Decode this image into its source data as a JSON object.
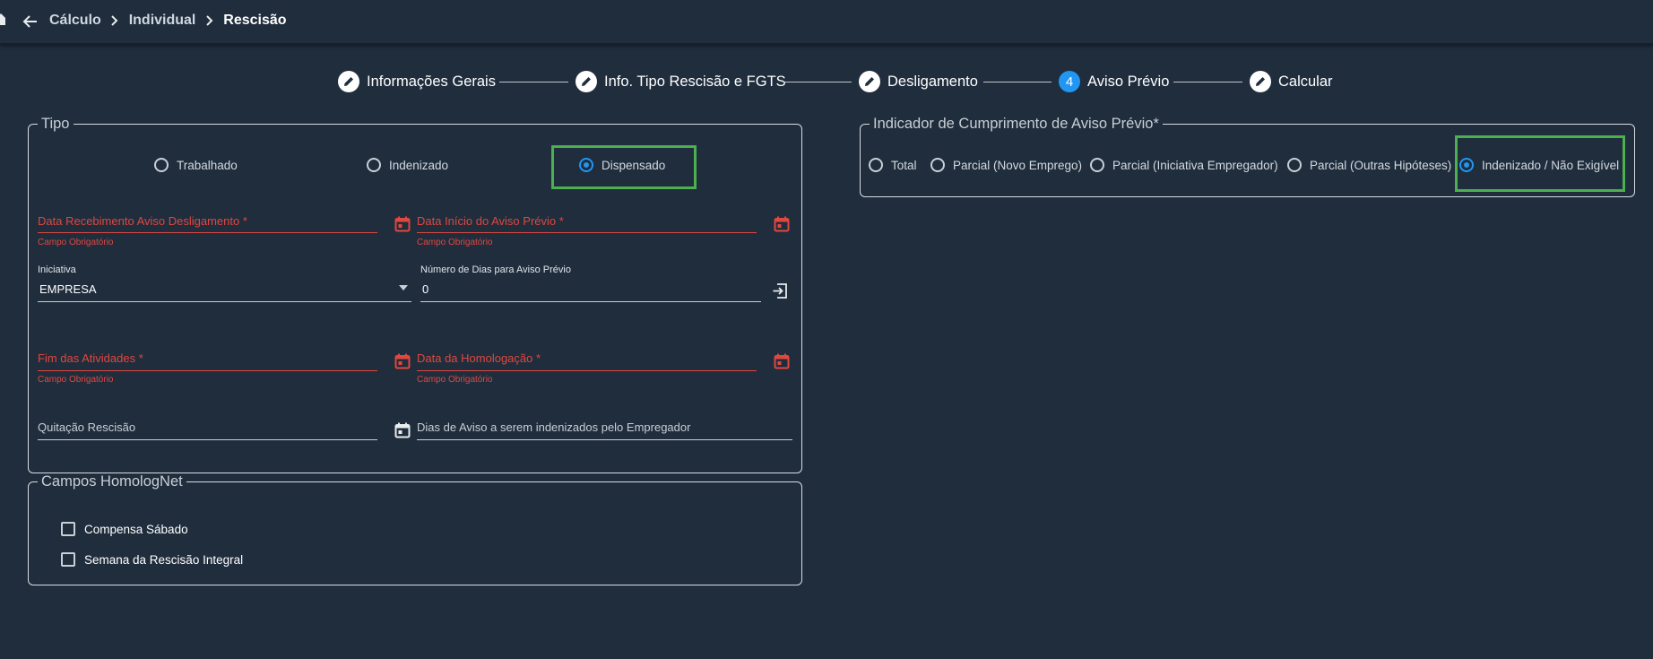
{
  "breadcrumb": {
    "items": [
      "Cálculo",
      "Individual",
      "Rescisão"
    ]
  },
  "stepper": {
    "steps": [
      {
        "label": "Informações Gerais",
        "icon": "pencil-icon"
      },
      {
        "label": "Info. Tipo Rescisão e FGTS",
        "icon": "pencil-icon"
      },
      {
        "label": "Desligamento",
        "icon": "pencil-icon"
      },
      {
        "label": "Aviso Prévio",
        "number": "4",
        "active": true
      },
      {
        "label": "Calcular",
        "icon": "pencil-icon"
      }
    ]
  },
  "tipo": {
    "legend": "Tipo",
    "options": [
      "Trabalhado",
      "Indenizado",
      "Dispensado"
    ],
    "selected": "Dispensado"
  },
  "fields": {
    "data_recebimento": {
      "label": "Data Recebimento Aviso Desligamento *",
      "error": "Campo Obrigatório"
    },
    "data_inicio": {
      "label": "Data Início do Aviso Prévio *",
      "error": "Campo Obrigatório"
    },
    "iniciativa": {
      "label": "Iniciativa",
      "value": "EMPRESA"
    },
    "numero_dias": {
      "label": "Número de Dias para Aviso Prévio",
      "value": "0"
    },
    "fim_atividades": {
      "label": "Fim das Atividades *",
      "error": "Campo Obrigatório"
    },
    "data_homologacao": {
      "label": "Data da Homologação *",
      "error": "Campo Obrigatório"
    },
    "quitacao": {
      "label": "Quitação Rescisão"
    },
    "dias_indenizados": {
      "label": "Dias de Aviso a serem indenizados pelo Empregador"
    }
  },
  "homolognet": {
    "legend": "Campos HomologNet",
    "checkboxes": [
      "Compensa Sábado",
      "Semana da Rescisão Integral"
    ]
  },
  "indicador": {
    "legend": "Indicador de Cumprimento de Aviso Prévio*",
    "options": [
      "Total",
      "Parcial (Novo Emprego)",
      "Parcial (Iniciativa Empregador)",
      "Parcial (Outras Hipóteses)",
      "Indenizado / Não Exigível"
    ],
    "selected": "Indenizado / Não Exigível"
  },
  "colors": {
    "background": "#1f2d3d",
    "accent": "#2196f3",
    "error": "#e0473f",
    "highlight": "#4caf50"
  }
}
